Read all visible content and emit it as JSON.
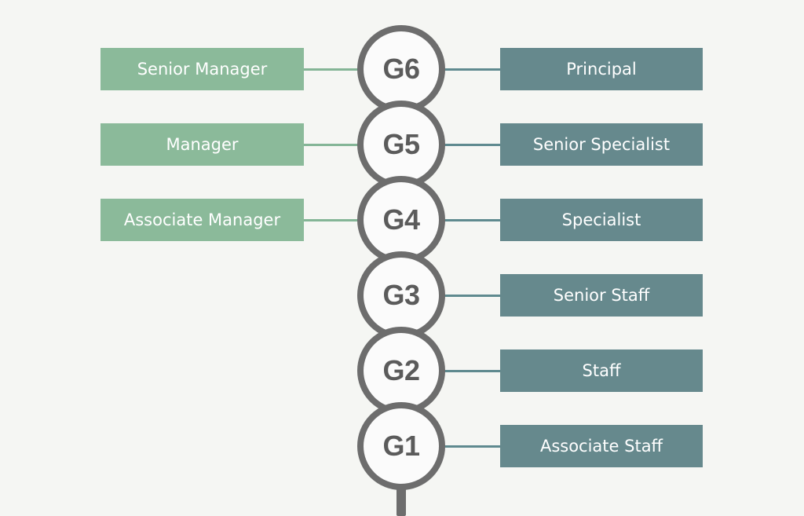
{
  "grades": [
    {
      "id": "g6",
      "label": "G6",
      "manager_track": "Senior Manager",
      "specialist_track": "Principal"
    },
    {
      "id": "g5",
      "label": "G5",
      "manager_track": "Manager",
      "specialist_track": "Senior Specialist"
    },
    {
      "id": "g4",
      "label": "G4",
      "manager_track": "Associate Manager",
      "specialist_track": "Specialist"
    },
    {
      "id": "g3",
      "label": "G3",
      "manager_track": "",
      "specialist_track": "Senior Staff"
    },
    {
      "id": "g2",
      "label": "G2",
      "manager_track": "",
      "specialist_track": "Staff"
    },
    {
      "id": "g1",
      "label": "G1",
      "manager_track": "",
      "specialist_track": "Associate Staff"
    }
  ],
  "colors": {
    "manager_track": "#8bba9a",
    "specialist_track": "#66898d",
    "spine": "#6d6d6d",
    "grade_text": "#5b5b5b",
    "background": "#f5f6f3"
  }
}
